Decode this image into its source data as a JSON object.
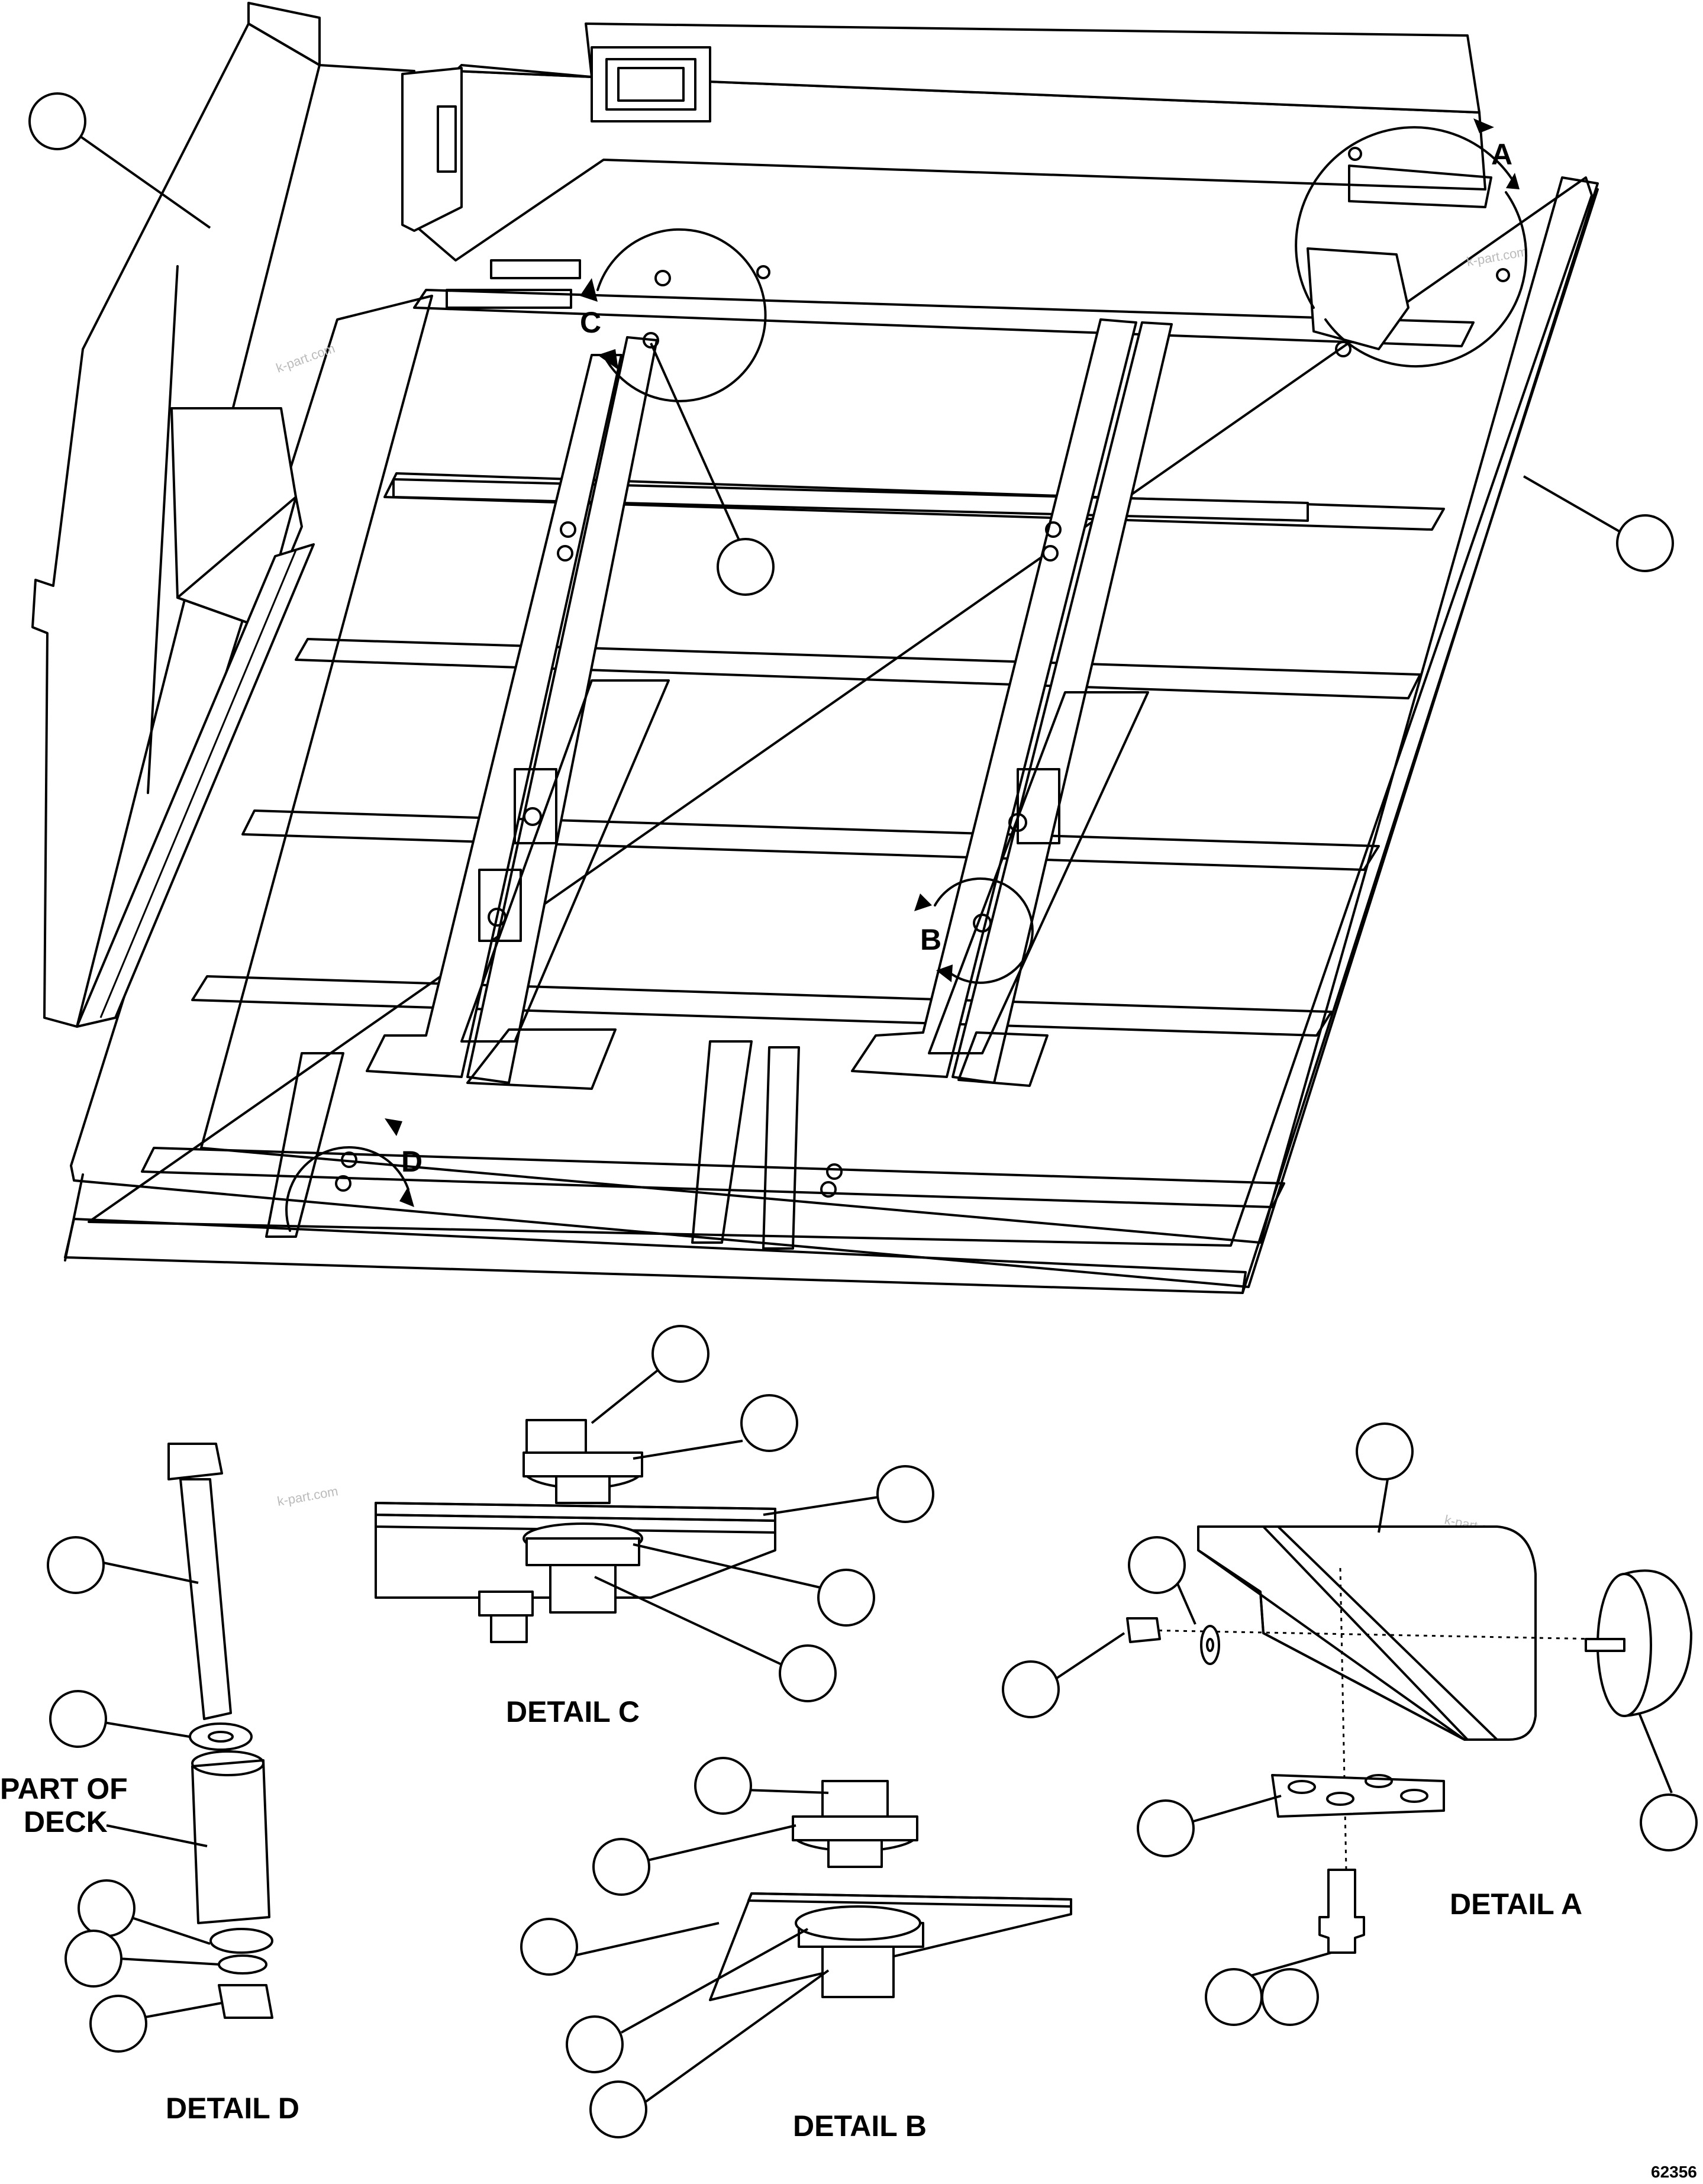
{
  "detail_rings": [
    {
      "id": "A",
      "label": "A"
    },
    {
      "id": "B",
      "label": "B"
    },
    {
      "id": "C",
      "label": "C"
    },
    {
      "id": "D",
      "label": "D"
    }
  ],
  "detail_titles": {
    "a": "DETAIL A",
    "b": "DETAIL B",
    "c": "DETAIL C",
    "d": "DETAIL D"
  },
  "part_of_deck": {
    "line1": "PART OF",
    "line2": "DECK"
  },
  "figure_number": "62356",
  "watermark": "k-part.com",
  "colors": {
    "line": "#000000",
    "background": "#ffffff"
  }
}
